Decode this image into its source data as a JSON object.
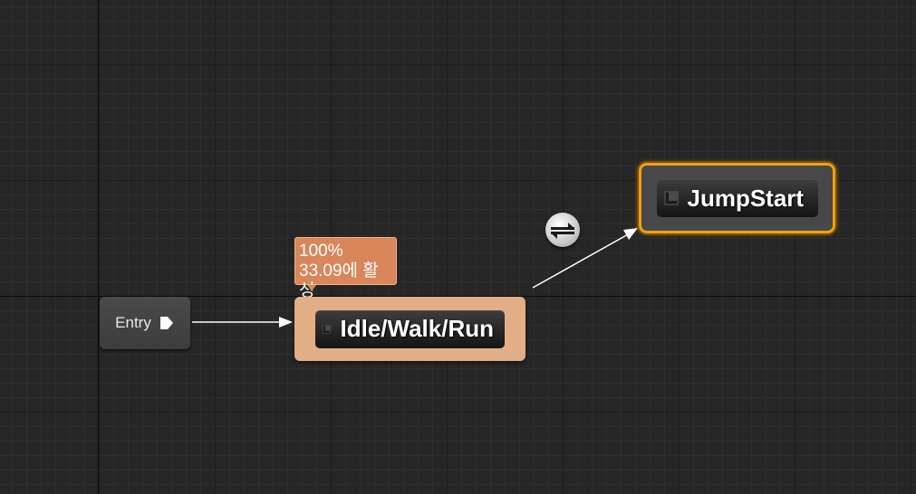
{
  "graph": {
    "entry_node": {
      "label": "Entry"
    },
    "states": [
      {
        "id": "idle",
        "label": "Idle/Walk/Run",
        "active": true
      },
      {
        "id": "jump",
        "label": "JumpStart",
        "selected": true
      }
    ],
    "active_tooltip": {
      "weight": "100%",
      "active_time": "33.09에 활성"
    },
    "transition_rule": {
      "icon": "bidirectional-arrows-icon"
    }
  },
  "colors": {
    "background": "#262626",
    "active_state": "#e2ae86",
    "selection_outline": "#f0a012",
    "tooltip": "#d8865a",
    "wire": "#ffffff"
  }
}
